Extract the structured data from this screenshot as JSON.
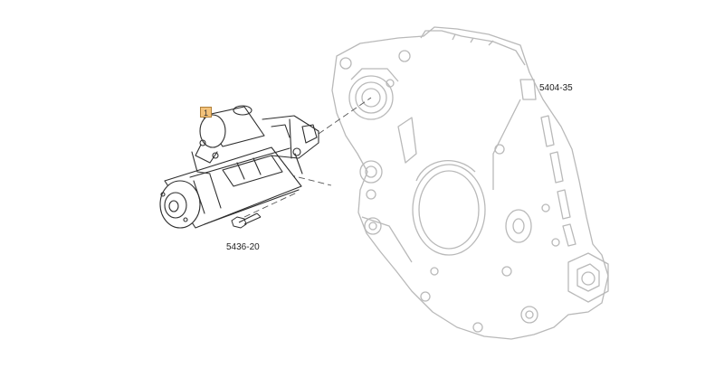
{
  "labels": {
    "housing": "5404-35",
    "bolt": "5436-20"
  },
  "callout": {
    "number": "1",
    "color": "#f3c27a"
  },
  "colors": {
    "starter_line": "#2e2e2e",
    "housing_line": "#b9b9b9",
    "leader_line": "#555555"
  }
}
